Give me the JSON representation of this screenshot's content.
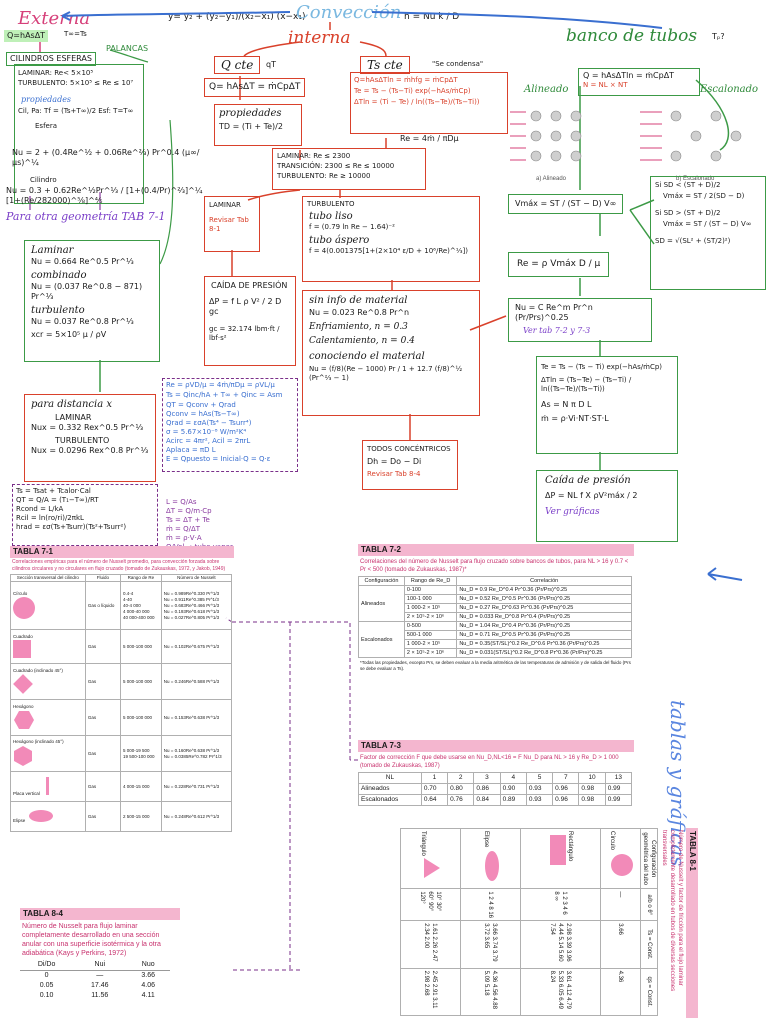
{
  "header": {
    "externa": "Externa",
    "externa_eq": "Q=hAsΔT",
    "externa_tinf": "T∞=Ts",
    "main_formula": "y= y₂ + (y₂−y₁)/(x₂−x₁) (x−x₁)",
    "conveccion": "Convección",
    "h_formula": "h = Nu k / D",
    "interna": "interna",
    "banco": "banco de tubos",
    "banco_q": "Tₚ?"
  },
  "left": {
    "cilindros": "CILINDROS ESFERAS",
    "palancas": "PALANCAS",
    "laminar_re": "LAMINAR: Re< 5×10⁵",
    "turbulento_re": "TURBULENTO: 5×10⁵ ≤ Re ≤ 10⁷",
    "propiedades": "propiedades",
    "prop_formula": "Cil, Pa: Tf = (Ts+T∞)/2   Esf: T=T∞",
    "esfera": "Esfera",
    "nu_esfera": "Nu = 2 + (0.4Re^½ + 0.06Re^⅔) Pr^0.4 (μ∞/μs)^¼",
    "cilindro": "Cilindro",
    "nu_cilindro": "Nu = 0.3 + 0.62Re^½Pr^⅓ / [1+(0.4/Pr)^⅔]^¼ [1+(Re/282000)^⅝]^⅘",
    "otra_geom": "Para otra geometría TAB 7-1",
    "laminar_title": "Laminar",
    "laminar_eq": "Nu = 0.664 Re^0.5 Pr^⅓",
    "combinado": "combinado",
    "combinado_eq": "Nu = (0.037 Re^0.8 − 871) Pr^⅓",
    "turbulento_title": "turbulento",
    "turbulento_eq": "Nu = 0.037 Re^0.8 Pr^⅓",
    "xcr": "xcr = 5×10⁵ μ / ρV",
    "distancia_title": "para distancia x",
    "dist_laminar": "LAMINAR",
    "dist_lam_eq": "Nux = 0.332 Rex^0.5 Pr^⅓",
    "dist_turb": "TURBULENTO",
    "dist_turb_eq": "Nux = 0.0296 Rex^0.8 Pr^⅓"
  },
  "center": {
    "qcte": "Q cte",
    "qcte_sub": "qT",
    "tscte": "Ts cte",
    "se_condensa": "\"Se condensa\"",
    "qcte_eq": "Q= hAsΔT = ṁCpΔT",
    "propiedades": "propiedades",
    "td_eq": "TD = (Ti + Te)/2",
    "ts_eq1": "Q=hAsΔTln = ṁhfg = ṁCpΔT",
    "ts_eq2": "Te = Ts − (Ts−Ti) exp(−hAs/ṁCp)",
    "ts_eq3": "ΔTln = (Ti − Te) / ln((Ts−Te)/(Ts−Ti))",
    "re_eq": "Re = 4ṁ / πDμ",
    "laminar_rango": "LAMINAR: Re ≤ 2300",
    "transicion": "TRANSICIÓN: 2300 ≤ Re ≤ 10000",
    "turbulento_rango": "TURBULENTO: Re ≥ 10000",
    "laminar_box": "LAMINAR",
    "revisar_tab": "Revisar Tab 8-1",
    "turbulento_box": "TURBULENTO",
    "tubo_liso": "tubo liso",
    "liso_eq": "f = (0.79 ln Re − 1.64)⁻²",
    "tubo_aspero": "tubo áspero",
    "aspero_eq": "f = 4(0.001375[1+(2×10⁴ ε/D + 10⁶/Re)^⅓])",
    "caida_title": "CAÍDA DE PRESIÓN",
    "caida_eq": "ΔP = f L ρ V² / 2 D gc",
    "gc_eq": "gc = 32.174 lbm·ft / lbf·s²",
    "sin_info": "sin info de material",
    "sin_info_eq": "Nu = 0.023 Re^0.8 Pr^n",
    "enfriamiento": "Enfriamiento, n = 0.3",
    "calentamiento": "Calentamiento, n = 0.4",
    "conociendo": "conociendo el material",
    "conociendo_eq": "Nu = (f/8)(Re − 1000) Pr / 1 + 12.7 (f/8)^½ (Pr^⅔ − 1)",
    "todos_conc": "TODOS CONCÉNTRICOS",
    "dh_eq": "Dh = Do − Di",
    "revisar_tab84": "Revisar Tab 8-4"
  },
  "purple": {
    "re_eq": "Re = ρVD/μ = 4ṁ/πDμ = ρVL/μ",
    "ts_eq": "Ts = Qinc/hA + T∞ + Qinc = Asm",
    "lines": [
      "QT = Qconv + Qrad",
      "Qconv = hAs(Ts−T∞)",
      "Qrad = εσA(Ts⁴ − Tsurr⁴)",
      "σ = 5.67×10⁻⁸ W/m²K⁴",
      "Acirc = 4πr², Acil = 2πrL",
      "Aplaca = πD L",
      "E = Qpuesto = Inicial·Q = Q·ε"
    ],
    "bottom_lines": [
      "Ts = Tsat + Tcalor·Cal",
      "QT = Q/A = (T₁−T∞)/RT",
      "Rcond = L/kA",
      "Rcil = ln(ro/ri)/2πkL",
      "hrad = εσ(Ts+Tsurr)(Ts²+Tsurr²)"
    ],
    "middle_lines": [
      "L = Q/As",
      "ΔT = Q/m·Cp",
      "Ts = ΔT + Te",
      "ṁ = Q/ΔT",
      "ṁ = ρ·V·A",
      "Q/Vol → tubo vapor"
    ]
  },
  "right": {
    "alineado": "Alineado",
    "escalonado": "Escalonado",
    "banco_eq": "Q = hAsΔTln = ṁCpΔT",
    "n_eq": "N = NL × NT",
    "vmax_eq": "Vmáx = ST / (ST − D) V∞",
    "re_eq": "Re = ρ Vmáx D / μ",
    "si_menor": "Si SD < (ST + D)/2",
    "vmax_menor": "Vmáx = ST / 2(SD − D)",
    "si_mayor": "Si SD > (ST + D)/2",
    "vmax_mayor": "Vmáx = ST / (ST − D) V∞",
    "sd_eq": "SD = √(SL² + (ST/2)²)",
    "nu_eq": "Nu = C Re^m Pr^n (Pr/Prs)^0.25",
    "ver_tab": "Ver tab 7-2 y 7-3",
    "te_eq": "Te = Ts − (Ts − Ti) exp(−hAs/ṁCp)",
    "dtln_eq": "ΔTln = (Ts−Te) − (Ts−Ti) / ln((Ts−Te)/(Ts−Ti))",
    "as_eq": "As = N π D L",
    "m_eq": "ṁ = ρ·Vi·NT·ST·L",
    "caida_title": "Caída de presión",
    "caida_eq": "ΔP = NL f X ρV²máx / 2",
    "ver_graficas": "Ver gráficas",
    "tablas": "tablas y gráficas",
    "diagram_labels": [
      "a) Alineado",
      "b) Escalonado"
    ]
  },
  "tab71": {
    "title": "TABLA 7-1",
    "caption": "Correlaciones empíricas para el número de Nusselt promedio, para convección forzada sobre cilindros circulares y no circulares en flujo cruzado (tomado de Zukauskas, 1972, y Jakob, 1949)",
    "headers": [
      "Sección transversal del cilindro",
      "Fluido",
      "Rango de Re",
      "Número de Nusselt"
    ],
    "rows": [
      {
        "shape": "Círculo",
        "fluid": "Gas o líquido",
        "ranges": [
          "0.4-4",
          "4-40",
          "40-4 000",
          "4 000-40 000",
          "40 000-400 000"
        ],
        "nus": [
          "Nu = 0.989Re^0.330 Pr^1/3",
          "Nu = 0.911Re^0.385 Pr^1/3",
          "Nu = 0.683Re^0.466 Pr^1/3",
          "Nu = 0.193Re^0.618 Pr^1/3",
          "Nu = 0.027Re^0.805 Pr^1/3"
        ]
      },
      {
        "shape": "Cuadrado",
        "fluid": "Gas",
        "ranges": [
          "5 000-100 000"
        ],
        "nus": [
          "Nu = 0.102Re^0.675 Pr^1/3"
        ]
      },
      {
        "shape": "Cuadrado (inclinado 45°)",
        "fluid": "Gas",
        "ranges": [
          "5 000-100 000"
        ],
        "nus": [
          "Nu = 0.246Re^0.588 Pr^1/3"
        ]
      },
      {
        "shape": "Hexágono",
        "fluid": "Gas",
        "ranges": [
          "5 000-100 000"
        ],
        "nus": [
          "Nu = 0.153Re^0.638 Pr^1/3"
        ]
      },
      {
        "shape": "Hexágono (inclinado 45°)",
        "fluid": "Gas",
        "ranges": [
          "5 000-19 500",
          "19 500-100 000"
        ],
        "nus": [
          "Nu = 0.160Re^0.638 Pr^1/3",
          "Nu = 0.0385Re^0.782 Pr^1/3"
        ]
      },
      {
        "shape": "Placa vertical",
        "fluid": "Gas",
        "ranges": [
          "4 000-15 000"
        ],
        "nus": [
          "Nu = 0.228Re^0.731 Pr^1/3"
        ]
      },
      {
        "shape": "Elipse",
        "fluid": "Gas",
        "ranges": [
          "2 500-15 000"
        ],
        "nus": [
          "Nu = 0.248Re^0.612 Pr^1/3"
        ]
      }
    ]
  },
  "tab72": {
    "title": "TABLA 7-2",
    "caption": "Correlaciones del número de Nusselt para flujo cruzado sobre bancos de tubos, para NL > 16 y 0.7 < Pr < 500 (tomado de Zukauskas, 1987)*",
    "headers": [
      "Configuración",
      "Rango de Re_D",
      "Correlación"
    ],
    "groups": [
      {
        "name": "Alineados",
        "rows": [
          [
            "0-100",
            "Nu_D = 0.9 Re_D^0.4 Pr^0.36 (Pr/Prs)^0.25"
          ],
          [
            "100-1 000",
            "Nu_D = 0.52 Re_D^0.5 Pr^0.36 (Pr/Prs)^0.25"
          ],
          [
            "1 000-2 × 10⁵",
            "Nu_D = 0.27 Re_D^0.63 Pr^0.36 (Pr/Prs)^0.25"
          ],
          [
            "2 × 10⁵-2 × 10⁶",
            "Nu_D = 0.033 Re_D^0.8 Pr^0.4 (Pr/Prs)^0.25"
          ]
        ]
      },
      {
        "name": "Escalonados",
        "rows": [
          [
            "0-500",
            "Nu_D = 1.04 Re_D^0.4 Pr^0.36 (Pr/Prs)^0.25"
          ],
          [
            "500-1 000",
            "Nu_D = 0.71 Re_D^0.5 Pr^0.36 (Pr/Prs)^0.25"
          ],
          [
            "1 000-2 × 10⁵",
            "Nu_D = 0.35(ST/SL)^0.2 Re_D^0.6 Pr^0.36 (Pr/Prs)^0.25"
          ],
          [
            "2 × 10⁵-2 × 10⁶",
            "Nu_D = 0.031(ST/SL)^0.2 Re_D^0.8 Pr^0.36 (Pr/Prs)^0.25"
          ]
        ]
      }
    ],
    "footnote": "*Todas las propiedades, excepto Prs, se deben evaluar a la media aritmética de las temperaturas de admisión y de salida del fluido (Prs se debe evaluar a Ts)."
  },
  "tab73": {
    "title": "TABLA 7-3",
    "caption": "Factor de corrección F que debe usarse en Nu_D,NL<16 = F Nu_D para NL > 16 y Re_D > 1 000 (tomado de Zukauskas, 1987)",
    "headers": [
      "NL",
      "1",
      "2",
      "3",
      "4",
      "5",
      "7",
      "10",
      "13"
    ],
    "rows": [
      [
        "Alineados",
        "0.70",
        "0.80",
        "0.86",
        "0.90",
        "0.93",
        "0.96",
        "0.98",
        "0.99"
      ],
      [
        "Escalonados",
        "0.64",
        "0.76",
        "0.84",
        "0.89",
        "0.93",
        "0.96",
        "0.98",
        "0.99"
      ]
    ]
  },
  "tab84": {
    "title": "TABLA 8-4",
    "caption": "Número de Nusselt para flujo laminar completamente desarrollado en una sección anular con una superficie isotérmica y la otra adiabática (Kays y Perkins, 1972)",
    "headers": [
      "Di/Do",
      "Nui",
      "Nuo"
    ],
    "rows": [
      [
        "0",
        "—",
        "3.66"
      ],
      [
        "0.05",
        "17.46",
        "4.06"
      ],
      [
        "0.10",
        "11.56",
        "4.11"
      ]
    ]
  },
  "tab81": {
    "title": "TABLA 8-1",
    "caption": "Número de Nusselt y factor de fricción para el flujo laminar completamente desarrollado en tubos de diversas secciones transversales",
    "headers": [
      "Configuración geométrica del tubo",
      "a/b o θ°",
      "Ts = Const.",
      "qs = Const."
    ],
    "shapes": [
      "Círculo",
      "Rectángulo",
      "Elipse",
      "Triángulo"
    ],
    "col_ab": [
      "—",
      "1 2 3 4 6 8 ∞",
      "1 2 4 8 16",
      "10° 30° 60° 90° 120°"
    ],
    "col_ts": [
      "3.66",
      "2.98 3.39 3.96 4.44 5.14 5.60 7.54",
      "3.66 3.74 3.79 3.72 3.65",
      "1.61 2.26 2.47 2.34 2.00"
    ],
    "col_qs": [
      "4.36",
      "3.61 4.12 4.79 5.33 6.05 6.49 8.24",
      "4.36 4.56 4.88 5.09 5.18",
      "2.45 2.91 3.11 2.98 2.68"
    ]
  }
}
